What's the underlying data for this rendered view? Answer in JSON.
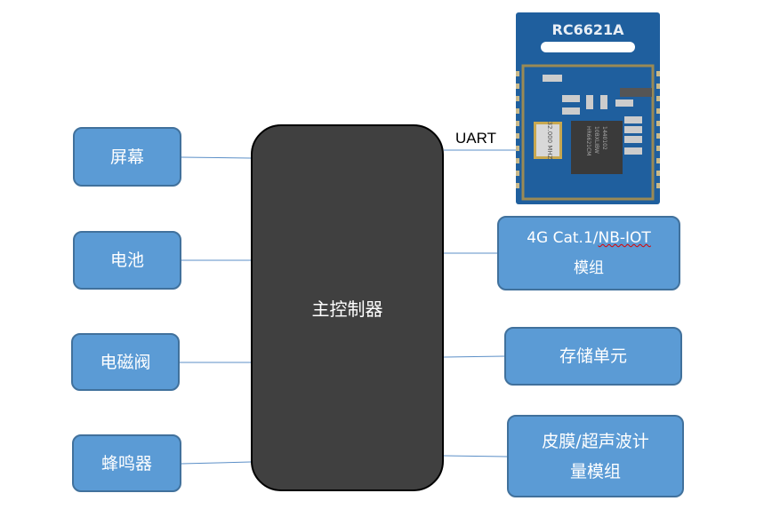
{
  "controller": {
    "label": "主控制器"
  },
  "left_blocks": [
    {
      "label": "屏幕"
    },
    {
      "label": "电池"
    },
    {
      "label": "电磁阀"
    },
    {
      "label": "蜂鸣器"
    }
  ],
  "right_blocks": {
    "cellular": {
      "line1": "4G Cat.1/",
      "line1b": "NB-IOT",
      "line2": "模组"
    },
    "storage": {
      "label": "存储单元"
    },
    "meter": {
      "line1": "皮膜/超声波计",
      "line2": "量模组"
    }
  },
  "uart": {
    "label": "UART"
  },
  "module": {
    "name": "RC6621A",
    "crystal": "32.000 MHZ",
    "chip": [
      "HR6621CM",
      "10BXLIBW",
      "1440102"
    ]
  },
  "colors": {
    "block": "#5b9bd5",
    "block_border": "#41719c",
    "controller": "#404040",
    "pcb": "#1f5f9e"
  }
}
